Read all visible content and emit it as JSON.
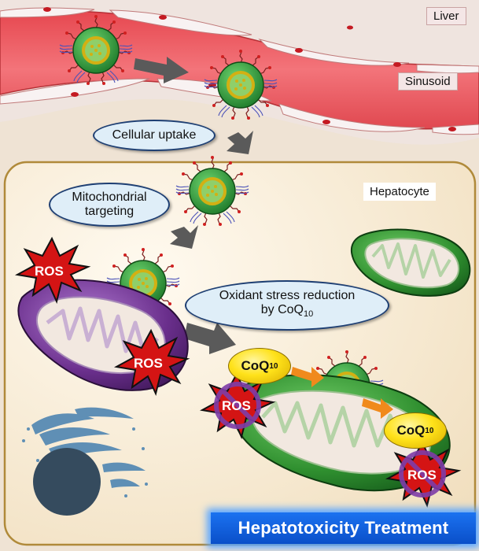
{
  "labels": {
    "liver": "Liver",
    "sinusoid": "Sinusoid",
    "hepatocyte": "Hepatocyte"
  },
  "steps": {
    "cellular_uptake": "Cellular uptake",
    "mito_targeting_line1": "Mitochondrial",
    "mito_targeting_line2": "targeting",
    "oxidant_line1": "Oxidant stress reduction",
    "oxidant_line2_prefix": "by CoQ",
    "oxidant_line2_sub": "10"
  },
  "molecules": {
    "ros": "ROS",
    "coq_prefix": "CoQ",
    "coq_sub": "10"
  },
  "banner": "Hepatotoxicity Treatment",
  "colors": {
    "vessel": "#ef5f66",
    "cell_bg": "#f6ebd5",
    "mito_damaged": "#6a2f8c",
    "mito_healthy": "#2f8f2f",
    "ros_fill": "#d41414",
    "banner": "#1668e6"
  }
}
